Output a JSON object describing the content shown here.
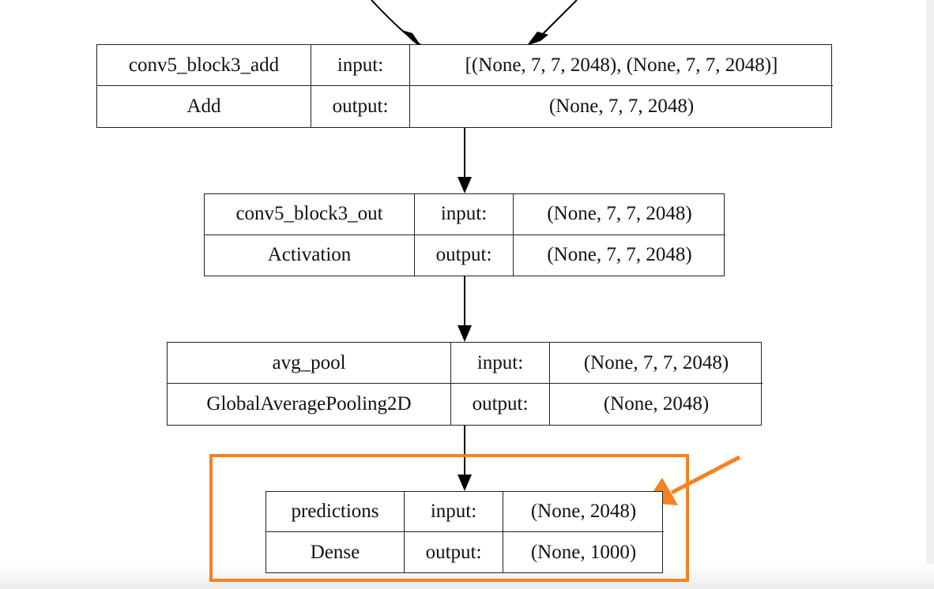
{
  "nodes": [
    {
      "name": "conv5_block3_add",
      "type": "Add",
      "input_label": "input:",
      "output_label": "output:",
      "input": "[(None, 7, 7, 2048), (None, 7, 7, 2048)]",
      "output": "(None, 7, 7, 2048)"
    },
    {
      "name": "conv5_block3_out",
      "type": "Activation",
      "input_label": "input:",
      "output_label": "output:",
      "input": "(None, 7, 7, 2048)",
      "output": "(None, 7, 7, 2048)"
    },
    {
      "name": "avg_pool",
      "type": "GlobalAveragePooling2D",
      "input_label": "input:",
      "output_label": "output:",
      "input": "(None, 7, 7, 2048)",
      "output": "(None, 2048)"
    },
    {
      "name": "predictions",
      "type": "Dense",
      "input_label": "input:",
      "output_label": "output:",
      "input": "(None, 2048)",
      "output": "(None, 1000)"
    }
  ],
  "colors": {
    "highlight": "#f58220",
    "edge": "#000000"
  }
}
